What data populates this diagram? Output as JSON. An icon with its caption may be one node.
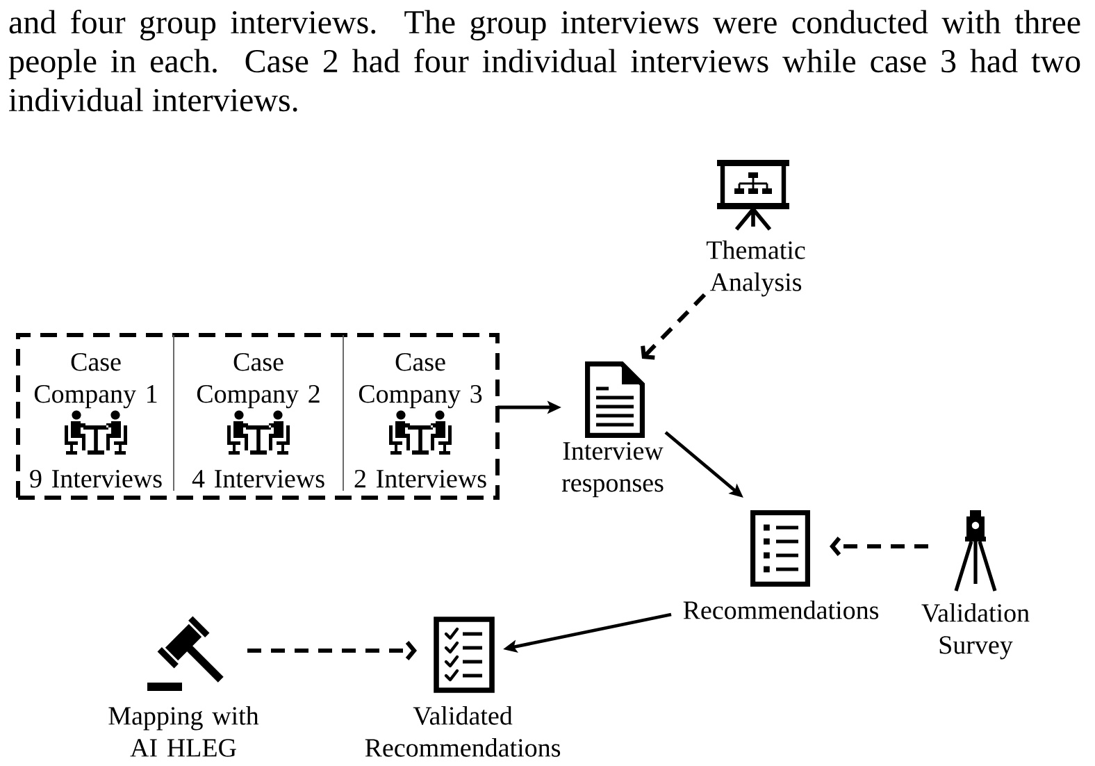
{
  "diagram": {
    "nodes": [
      {
        "text": [],
        "shape": "box"
      },
      {
        "text": [
          "Case Company 1",
          "9 Interviews"
        ],
        "in": 0
      },
      {
        "text": [
          "Case Company 2",
          "4 Interviews"
        ],
        "in": 0
      },
      {
        "text": [
          "Case Company 3",
          "2 Interviews"
        ],
        "in": 0
      },
      {
        "text": [
          "Interview responses"
        ]
      },
      {
        "text": [
          "Thematic Analysis"
        ]
      },
      {
        "text": [
          "Recommendations"
        ]
      },
      {
        "text": [
          "Validation Survey"
        ]
      },
      {
        "text": [
          "Validated Recommendations"
        ]
      },
      {
        "text": [
          "Mapping with AI HLEG"
        ]
      }
    ],
    "edges": [
      {
        "from": 0,
        "to": 4,
        "arrow": "to"
      },
      {
        "from": 5,
        "to": 4,
        "arrow": "to",
        "style": "dashed"
      },
      {
        "from": 4,
        "to": 6,
        "arrow": "to"
      },
      {
        "from": 7,
        "to": 6,
        "arrow": "to",
        "style": "dashed"
      },
      {
        "from": 6,
        "to": 8,
        "arrow": "to"
      },
      {
        "from": 9,
        "to": 8,
        "arrow": "to",
        "style": "dashed"
      }
    ],
    "labels": [
      "and four group interviews. The group interviews were conducted with three people in each. Case 2 had four individual interviews while case 3 had two individual interviews."
    ]
  }
}
